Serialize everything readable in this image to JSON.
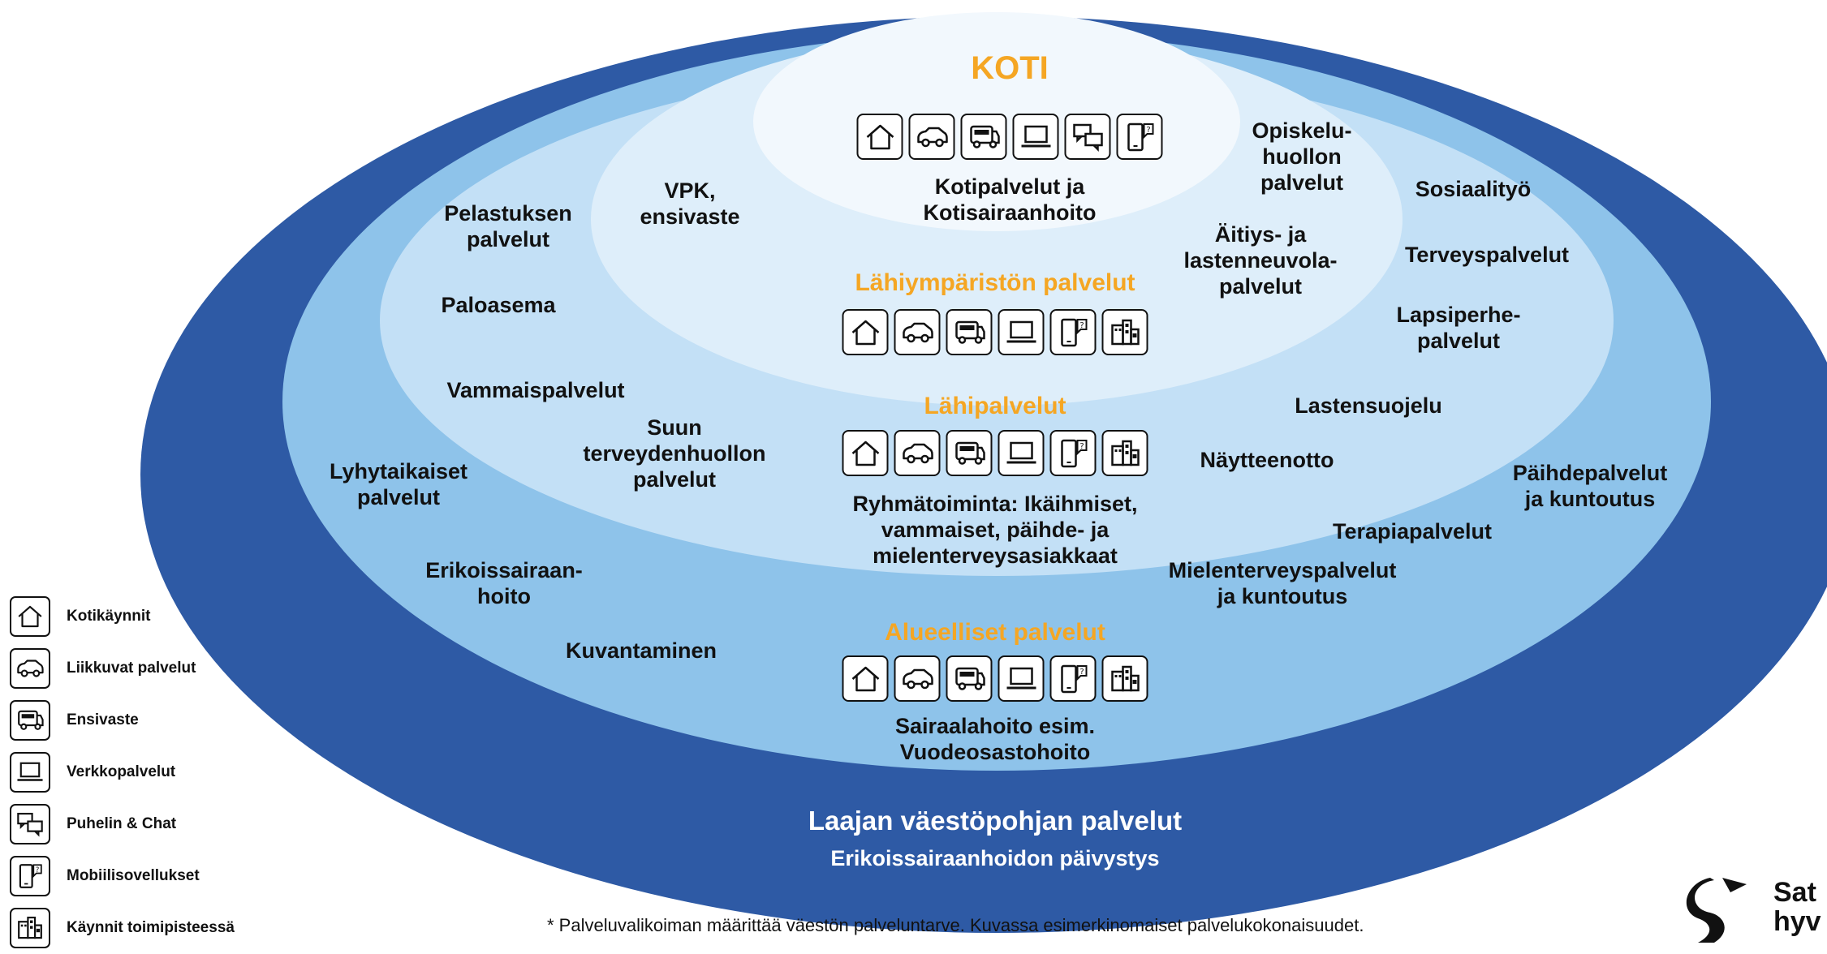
{
  "colors": {
    "outer_ring": "#2e5aa5",
    "ring_2": "#8ec3ea",
    "ring_3": "#c3e0f6",
    "ring_4": "#deeefa",
    "core": "#f2f8fd",
    "accent": "#f5a623"
  },
  "icon_names": {
    "home": "house-icon",
    "mobile_service": "car-icon",
    "first_response": "van-icon",
    "web": "laptop-icon",
    "phone_chat": "chat-bubbles-icon",
    "mobile_app": "smartphone-icon",
    "office": "building-icon"
  },
  "levels": {
    "koti": {
      "title": "KOTI",
      "description": [
        "Kotipalvelut ja",
        "Kotisairaanhoito"
      ],
      "icons": [
        "house-icon",
        "car-icon",
        "van-icon",
        "laptop-icon",
        "chat-bubbles-icon",
        "smartphone-icon"
      ]
    },
    "lahiymparisto": {
      "title": "Lähiympäristön palvelut",
      "icons": [
        "house-icon",
        "car-icon",
        "van-icon",
        "laptop-icon",
        "smartphone-icon",
        "building-icon"
      ]
    },
    "lahipalvelut": {
      "title": "Lähipalvelut",
      "description": [
        "Ryhmätoiminta: Ikäihmiset,",
        "vammaiset, päihde- ja",
        "mielenterveysasiakkaat"
      ],
      "icons": [
        "house-icon",
        "car-icon",
        "van-icon",
        "laptop-icon",
        "smartphone-icon",
        "building-icon"
      ]
    },
    "alueelliset": {
      "title": "Alueelliset palvelut",
      "description": [
        "Sairaalahoito esim.",
        "Vuodeosastohoito"
      ],
      "icons": [
        "house-icon",
        "car-icon",
        "van-icon",
        "laptop-icon",
        "smartphone-icon",
        "building-icon"
      ]
    },
    "laaja": {
      "title": "Laajan väestöpohjan palvelut",
      "subtitle": "Erikoissairaanhoidon päivystys"
    }
  },
  "services": {
    "vpk": [
      "VPK,",
      "ensivaste"
    ],
    "opiskelu": [
      "Opiskelu-",
      "huollon",
      "palvelut"
    ],
    "sosiaalityo": [
      "Sosiaalityö"
    ],
    "pelastus": [
      "Pelastuksen",
      "palvelut"
    ],
    "aitiys": [
      "Äitiys- ja",
      "lastenneuvola-",
      "palvelut"
    ],
    "terveys": [
      "Terveyspalvelut"
    ],
    "paloasema": [
      "Paloasema"
    ],
    "lapsiperhe": [
      "Lapsiperhe-",
      "palvelut"
    ],
    "vammais": [
      "Vammaispalvelut"
    ],
    "lastensuojelu": [
      "Lastensuojelu"
    ],
    "suun": [
      "Suun",
      "terveydenhuollon",
      "palvelut"
    ],
    "naytteenotto": [
      "Näytteenotto"
    ],
    "lyhyt": [
      "Lyhytaikaiset",
      "palvelut"
    ],
    "paihde": [
      "Päihdepalvelut",
      "ja kuntoutus"
    ],
    "terapia": [
      "Terapiapalvelut"
    ],
    "erikoissairaan": [
      "Erikoissairaan-",
      "hoito"
    ],
    "mielenterveys": [
      "Mielenterveyspalvelut",
      "ja kuntoutus"
    ],
    "kuvantaminen": [
      "Kuvantaminen"
    ]
  },
  "legend": [
    {
      "icon": "house-icon",
      "label": "Kotikäynnit"
    },
    {
      "icon": "car-icon",
      "label": "Liikkuvat palvelut"
    },
    {
      "icon": "van-icon",
      "label": "Ensivaste"
    },
    {
      "icon": "laptop-icon",
      "label": "Verkkopalvelut"
    },
    {
      "icon": "chat-bubbles-icon",
      "label": "Puhelin & Chat"
    },
    {
      "icon": "smartphone-icon",
      "label": "Mobiilisovellukset"
    },
    {
      "icon": "building-icon",
      "label": "Käynnit toimipisteessä"
    }
  ],
  "footnote": "* Palveluvalikoiman määrittää väestön palveluntarve. Kuvassa esimerkinomaiset palvelukokonaisuudet.",
  "logo": {
    "text_line1": "Sat",
    "text_line2": "hyv"
  }
}
